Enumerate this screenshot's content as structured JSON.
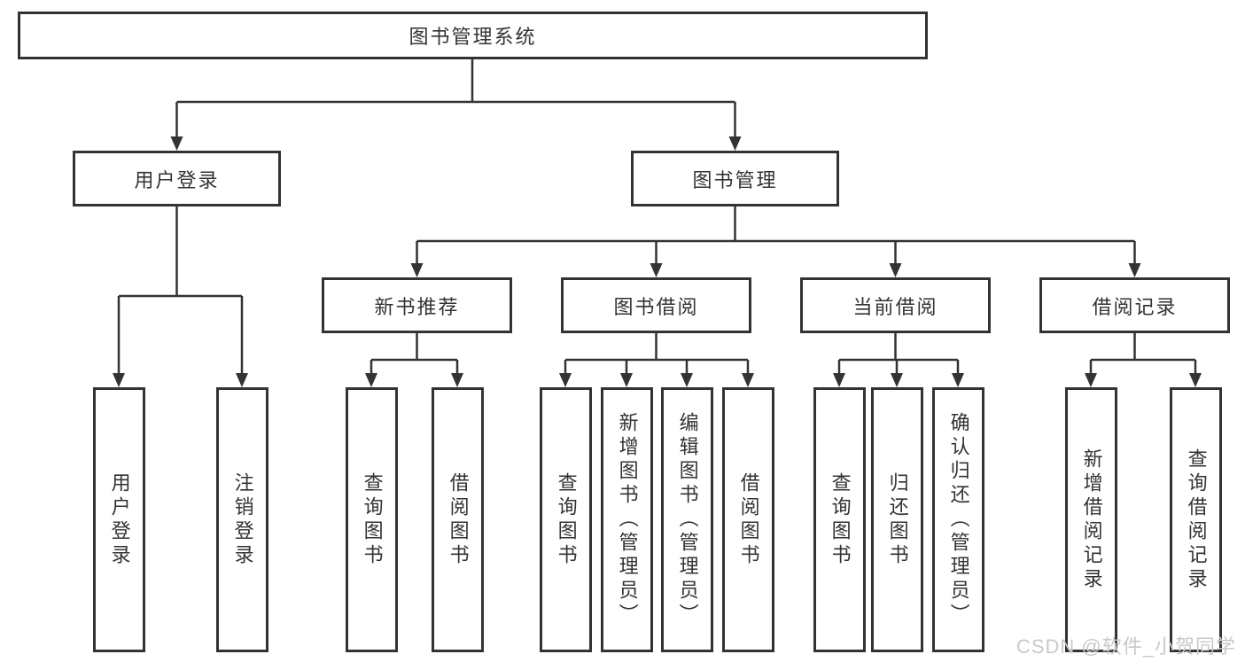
{
  "diagram_title": "图书管理系统",
  "hierarchy": {
    "root": "图书管理系统",
    "children": [
      {
        "label": "用户登录",
        "children": [
          "用户登录",
          "注销登录"
        ]
      },
      {
        "label": "图书管理",
        "children": [
          {
            "label": "新书推荐",
            "children": [
              "查询图书",
              "借阅图书"
            ]
          },
          {
            "label": "图书借阅",
            "children": [
              "查询图书",
              "新增图书（管理员）",
              "编辑图书（管理员）",
              "借阅图书"
            ]
          },
          {
            "label": "当前借阅",
            "children": [
              "查询图书",
              "归还图书",
              "确认归还（管理员）"
            ]
          },
          {
            "label": "借阅记录",
            "children": [
              "新增借阅记录",
              "查询借阅记录"
            ]
          }
        ]
      }
    ]
  },
  "watermark": {
    "text": "CSDN @软件_小贺同学"
  },
  "colors": {
    "line": "#333333",
    "box_border": "#333333",
    "text": "#333333",
    "background": "#ffffff",
    "watermark": "#c9c9c9"
  }
}
